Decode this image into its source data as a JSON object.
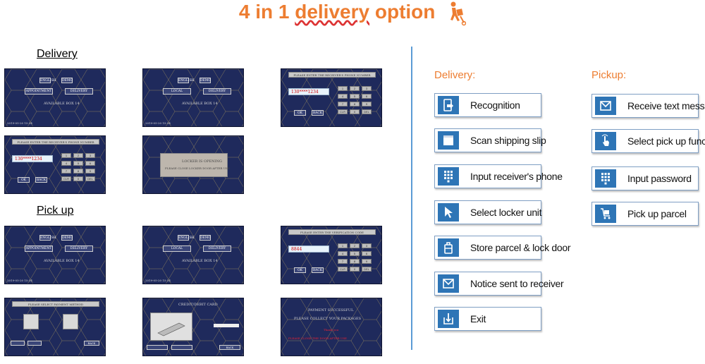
{
  "title": {
    "prefix": "4 in 1 ",
    "underlined": "delivery",
    "suffix": " option"
  },
  "left": {
    "delivery_label": "Delivery",
    "pickup_label": "Pick up"
  },
  "screens": {
    "home_btn_left": "APPOINTMENT",
    "home_btn_right": "DELIVERY",
    "home_small": "AVAILABLE BOX  14",
    "home_tag1": "ENGLISH",
    "home_tag2": "DEMO",
    "mode_btn_left": "LOCAL",
    "mode_btn_right": "DELIVERY",
    "timestamp": "2019-05-20 15:34",
    "enter_phone_hdr": "PLEASE ENTER THE RECEIVER'S PHONE NUMBER",
    "phone_value": "130****1234",
    "ok": "OK",
    "back": "BACK",
    "door_opening_1": "LOCKER IS OPENING",
    "door_opening_2": "PLEASE CLOSE LOCKER DOOR AFTER USE",
    "enter_code_hdr": "PLEASE ENTER THE VERIFICATION CODE",
    "code_value": "8844",
    "select_method_hdr": "PLEASE SELECT PAYMENT METHOD",
    "card_hdr": "CREDIT/DEBIT CARD",
    "pay_1": "PAYMENT SUCCESSFUL",
    "pay_2": "PLEASE COLLECT YOUR PACKAGES",
    "pay_3": "Thank you",
    "pay_4": "PLEASE CLOSE THE DOOR AFTER USE",
    "keys": [
      "1",
      "2",
      "3",
      "4",
      "5",
      "6",
      "7",
      "8",
      "9",
      "CLR",
      "0",
      "DEL"
    ]
  },
  "delivery_column": {
    "title": "Delivery:",
    "items": [
      {
        "label": "Recognition",
        "icon": "recognition-icon"
      },
      {
        "label": "Scan shipping slip",
        "icon": "scan-slip-icon"
      },
      {
        "label": "Input receiver's phone",
        "icon": "keypad-icon"
      },
      {
        "label": "Select locker unit",
        "icon": "cursor-icon"
      },
      {
        "label": "Store parcel & lock door",
        "icon": "luggage-icon"
      },
      {
        "label": "Notice sent to receiver",
        "icon": "message-icon"
      },
      {
        "label": "Exit",
        "icon": "exit-icon"
      }
    ]
  },
  "pickup_column": {
    "title": "Pickup:",
    "items": [
      {
        "label": "Receive text message",
        "icon": "message-icon"
      },
      {
        "label": "Select pick up function",
        "icon": "tap-hand-icon"
      },
      {
        "label": "Input password",
        "icon": "keypad-icon"
      },
      {
        "label": "Pick up parcel",
        "icon": "cart-icon"
      }
    ]
  },
  "colors": {
    "title": "#ed7d31",
    "icon_bg": "#2e75b6",
    "screen_bg": "#1f2a5c",
    "divider": "#5b9bd5"
  }
}
